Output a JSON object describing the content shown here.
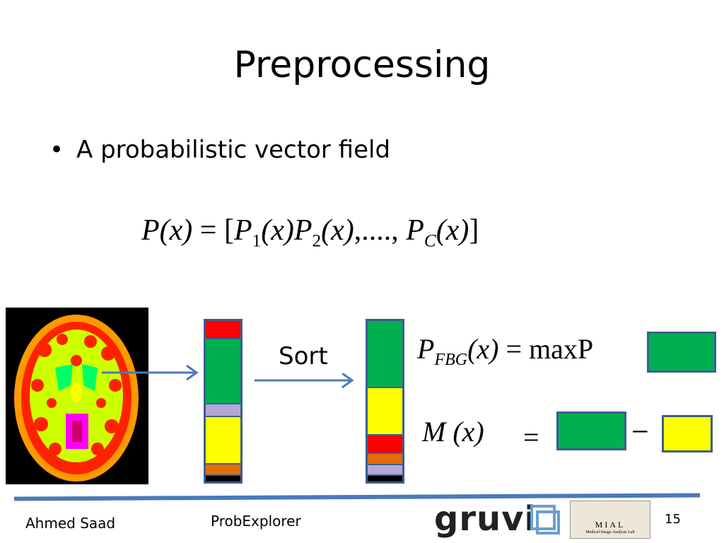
{
  "slide": {
    "title": "Preprocessing",
    "bullet": "A probabilistic vector field",
    "sort_label": "Sort",
    "equation1": {
      "lhs_P": "P",
      "lhs_x": "(x)",
      "eq": "=",
      "open": "[",
      "p1": "P",
      "s1": "1",
      "x1": "(x)",
      "p2": "P",
      "s2": "2",
      "x2": "(x)",
      "dots": ",....,",
      "pc": "P",
      "sc": "C",
      "xc": "(x)",
      "close": "]"
    },
    "equation2": {
      "P": "P",
      "sub": "FBG",
      "x": "(x)",
      "eq": "=",
      "rhs": "maxP"
    },
    "equation3": {
      "M": "M",
      "x": "(x)",
      "eq": "=",
      "minus": "−"
    }
  },
  "colors": {
    "red": "#ff0000",
    "green": "#00b050",
    "lavender": "#b4a7d6",
    "yellow": "#ffff00",
    "orange": "#e46c0a",
    "black": "#000000",
    "accent": "#4a7ab8"
  },
  "vector_unsorted": [
    "red",
    "green",
    "lavender",
    "yellow",
    "orange",
    "black"
  ],
  "vector_sorted": [
    "green",
    "yellow",
    "red",
    "orange",
    "lavender",
    "black"
  ],
  "footer": {
    "author": "Ahmed Saad",
    "project": "ProbExplorer",
    "page": "15",
    "logo_gruvi": "gruvi",
    "logo_mial": "MIAL",
    "logo_mial_sub": "Medical Image Analysis Lab"
  }
}
